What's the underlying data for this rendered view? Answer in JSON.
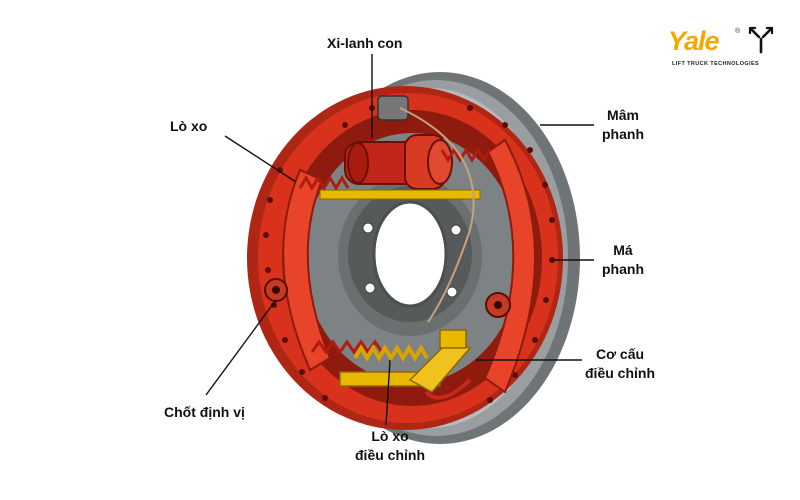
{
  "labels": {
    "wheel_cylinder": "Xi-lanh con",
    "spring": "Lò xo",
    "backing_plate_l1": "Mâm",
    "backing_plate_l2": "phanh",
    "brake_shoe_l1": "Má",
    "brake_shoe_l2": "phanh",
    "adjuster_l1": "Cơ cấu",
    "adjuster_l2": "điều chỉnh",
    "hold_down_pin": "Chốt định vị",
    "adjuster_spring_l1": "Lò xo",
    "adjuster_spring_l2": "điều chỉnh"
  },
  "logo": {
    "wordmark": "Yale",
    "registered": "®",
    "tagline": "LIFT TRUCK TECHNOLOGIES",
    "mark_icon": "yale-arrows-icon"
  },
  "colors": {
    "drum_red": "#d8321c",
    "drum_dark_red": "#9e1c10",
    "backing_gray": "#8a8e90",
    "spring_red": "#c8281a",
    "spring_yellow": "#e9b800",
    "brand_yellow": "#f5a800"
  }
}
